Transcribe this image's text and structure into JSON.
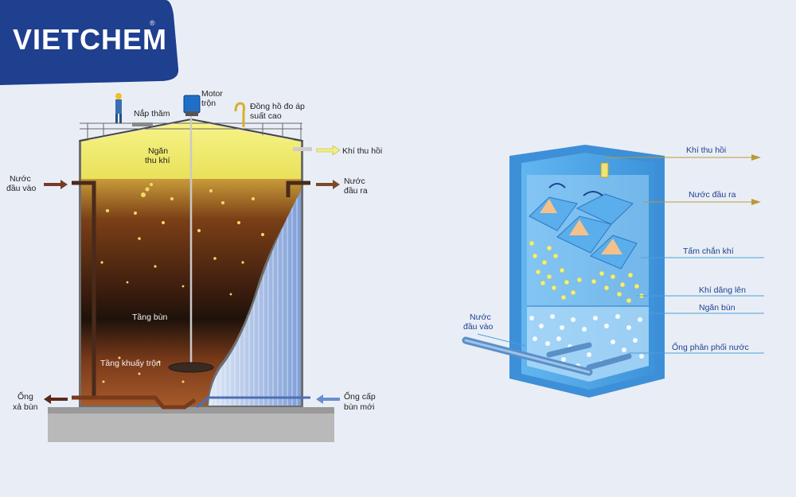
{
  "logo": {
    "text": "VIETCHEM",
    "registered": "®"
  },
  "left_diagram": {
    "labels": {
      "motor": "Motor",
      "motor2": "trộn",
      "manhole": "Nắp thăm",
      "gauge": "Đồng hồ đo áp",
      "gauge2": "suất cao",
      "gas_chamber": "Ngăn",
      "gas_chamber2": "thu khí",
      "gas_out": "Khí thu hồi",
      "water_in": "Nước",
      "water_in2": "đầu vào",
      "water_out": "Nước",
      "water_out2": "đầu ra",
      "sludge_layer": "Tầng bùn",
      "mix_layer": "Tầng khuấy trộn",
      "sludge_out": "Ống",
      "sludge_out2": "xả bùn",
      "sludge_in": "Ống cấp",
      "sludge_in2": "bùn mới"
    }
  },
  "right_diagram": {
    "labels": {
      "gas_out": "Khí thu hồi",
      "water_out": "Nước đầu ra",
      "baffle": "Tấm chắn khí",
      "gas_rise": "Khí dâng lên",
      "sludge_chamber": "Ngăn bùn",
      "distributor": "Ống phân phối nước",
      "water_in": "Nước",
      "water_in2": "đầu vào"
    }
  },
  "colors": {
    "logo_bg": "#1f3f8f",
    "gas_yellow": "#f3f06a",
    "sludge_brown": "#5a2a12",
    "tank_blue": "#4aa3e6"
  }
}
